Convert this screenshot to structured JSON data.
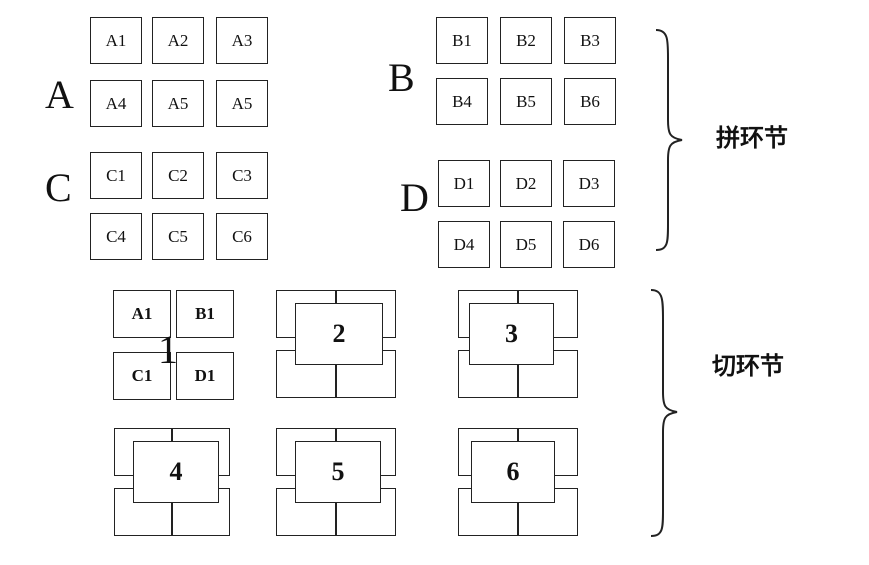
{
  "groups": [
    {
      "letter": "A",
      "cells": [
        "A1",
        "A2",
        "A3",
        "A4",
        "A5",
        "A5"
      ]
    },
    {
      "letter": "B",
      "cells": [
        "B1",
        "B2",
        "B3",
        "B4",
        "B5",
        "B6"
      ]
    },
    {
      "letter": "C",
      "cells": [
        "C1",
        "C2",
        "C3",
        "C4",
        "C5",
        "C6"
      ]
    },
    {
      "letter": "D",
      "cells": [
        "D1",
        "D2",
        "D3",
        "D4",
        "D5",
        "D6"
      ]
    }
  ],
  "splice_label": "拼环节",
  "cut_label": "切环节",
  "cut_units": [
    {
      "number": "1",
      "cells": [
        "A1",
        "B1",
        "C1",
        "D1"
      ]
    },
    {
      "number": "2"
    },
    {
      "number": "3"
    },
    {
      "number": "4"
    },
    {
      "number": "5"
    },
    {
      "number": "6"
    }
  ]
}
